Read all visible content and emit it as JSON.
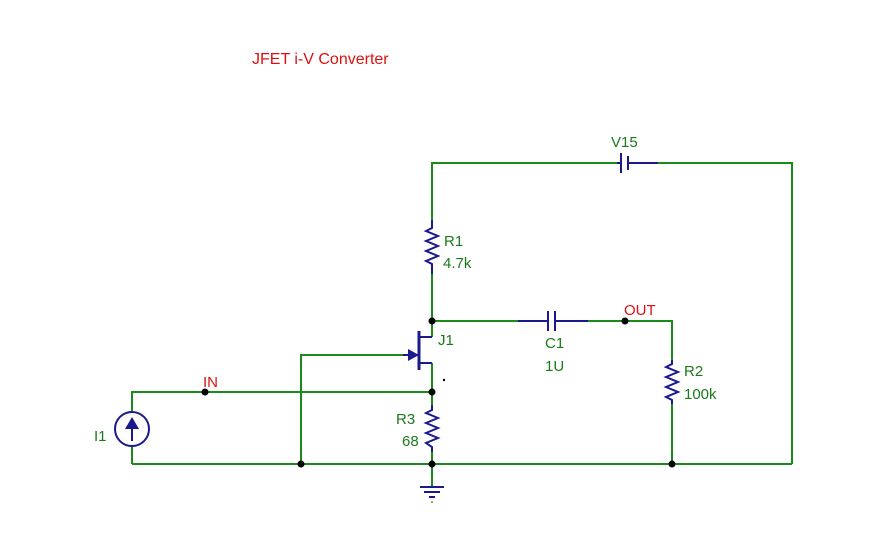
{
  "title": "JFET i-V Converter",
  "components": {
    "battery": {
      "label": "V15"
    },
    "r1": {
      "name": "R1",
      "value": "4.7k"
    },
    "j1": {
      "name": "J1"
    },
    "c1": {
      "name": "C1",
      "value": "1U"
    },
    "r2": {
      "name": "R2",
      "value": "100k"
    },
    "r3": {
      "name": "R3",
      "value": "68"
    },
    "i1": {
      "name": "I1"
    }
  },
  "nets": {
    "in": "IN",
    "out": "OUT"
  },
  "colors": {
    "wire": "#1a8a1a",
    "component": "#1a1a8c",
    "title": "#dd1111",
    "net_label": "#dd1111",
    "label": "#1a7a1a"
  }
}
